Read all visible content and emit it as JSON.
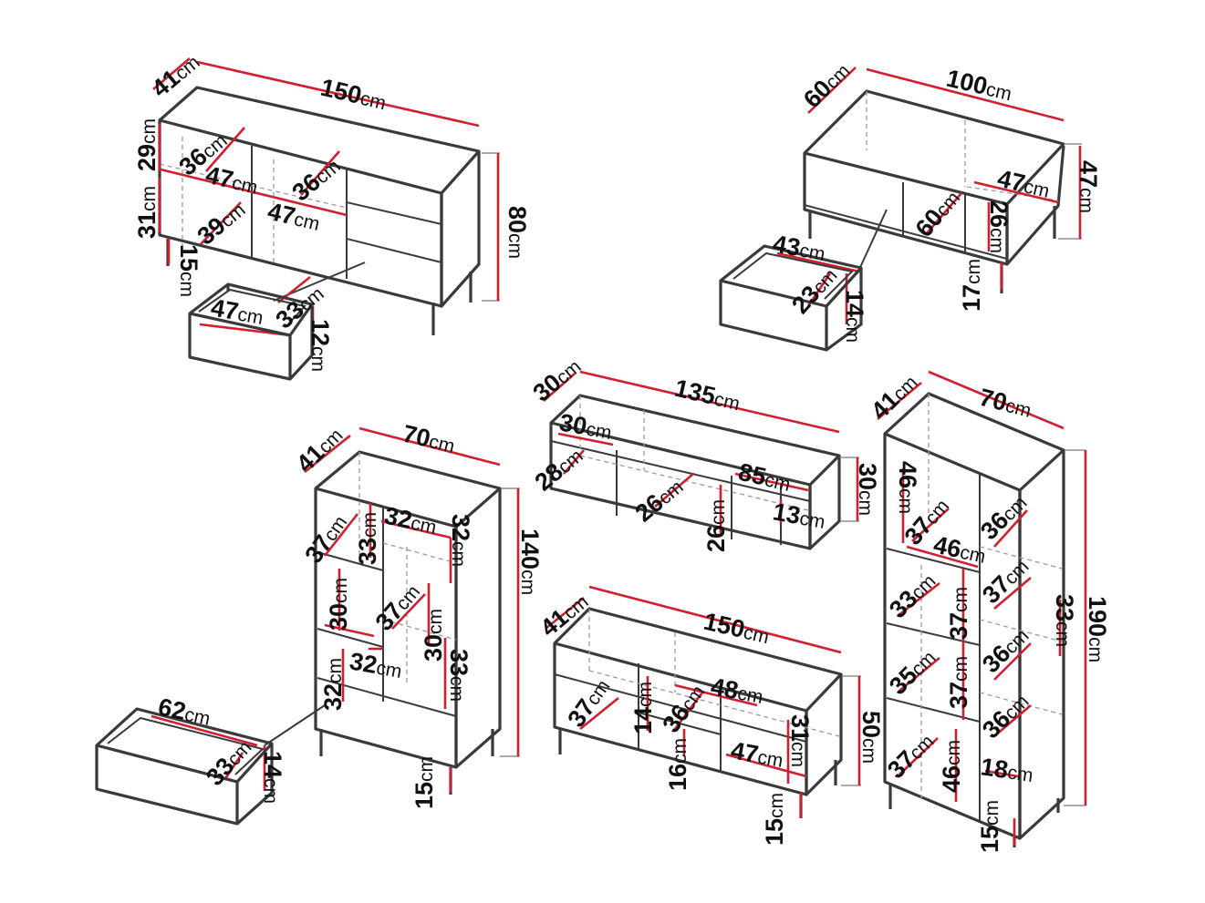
{
  "sideboard": {
    "width": "150",
    "depth": "41",
    "height": "80",
    "top_shelf_height": "29",
    "bottom_shelf_height": "31",
    "leg_height": "15",
    "shelf_depth_upper": "36",
    "shelf_width_upper": "47",
    "shelf_depth_middle": "36",
    "shelf_width_middle": "47",
    "shelf_depth_lower": "39",
    "drawer_width": "47",
    "drawer_depth": "33",
    "drawer_height": "12"
  },
  "coffee_table": {
    "width": "100",
    "depth": "60",
    "height": "47",
    "shelf_width": "47",
    "shelf_depth": "60",
    "shelf_height": "26",
    "leg_height": "17",
    "drawer_width": "43",
    "drawer_depth": "23",
    "drawer_height": "14"
  },
  "wall_shelf": {
    "width": "135",
    "depth": "30",
    "height": "30",
    "compartment_width": "30",
    "compartment_depth": "28",
    "inner_depth": "26",
    "inner_height": "26",
    "long_compartment_width": "85",
    "small_compartment_height": "13"
  },
  "highboard": {
    "width": "70",
    "depth": "41",
    "height": "140",
    "leg_height": "15",
    "shelf_depth": "37",
    "shelf_height": "33",
    "glass_width": "32",
    "glass_height": "32",
    "mid_height": "30",
    "mid_depth": "37",
    "right_height": "30",
    "lower_width": "32",
    "lower_left_height": "32",
    "lower_right_height": "33",
    "drawer_width": "62",
    "drawer_depth": "33",
    "drawer_height": "14"
  },
  "tv_stand": {
    "width": "150",
    "depth": "41",
    "height": "50",
    "leg_height": "15",
    "left_depth": "37",
    "center_height": "14",
    "center_depth": "36",
    "center_bottom": "16",
    "top_width": "48",
    "drawer_width": "47",
    "right_height": "31"
  },
  "tall_cabinet": {
    "width": "70",
    "depth": "41",
    "height": "190",
    "leg_height": "15",
    "top_left_height": "46",
    "top_left_depth": "37",
    "shelf_width": "46",
    "right_depth_1": "36",
    "right_depth_2": "37",
    "right_height": "33",
    "mid_depth_1": "33",
    "mid_height_1": "37",
    "right_depth_3": "36",
    "mid_depth_2": "35",
    "mid_height_2": "37",
    "right_depth_4": "36",
    "bottom_depth": "37",
    "bottom_height": "46",
    "bottom_right": "18"
  },
  "unit": "cm",
  "colors": {
    "dimension_line": "#d11f2f",
    "outline": "#3a3a3a",
    "hidden_line": "#9a9a9a"
  }
}
